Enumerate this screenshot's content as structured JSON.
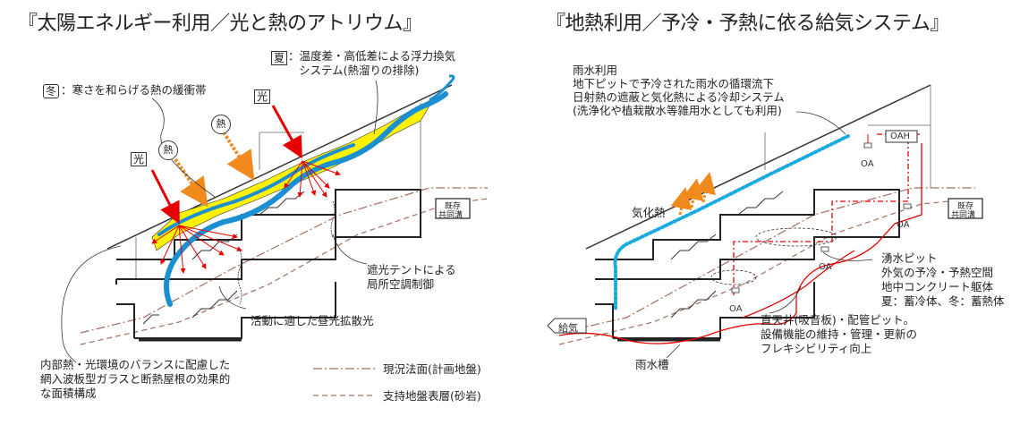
{
  "left": {
    "title": "『太陽エネルギー利用／光と熱のアトリウム』",
    "summer_badge": "夏",
    "summer_text_1": "：温度差・高低差による浮力換気",
    "summer_text_2": "システム(熱溜りの排除)",
    "winter_badge": "冬",
    "winter_text": "：寒さを和らげる熱の緩衝帯",
    "light_label": "光",
    "heat_label": "熱",
    "existing_label_1": "既存",
    "existing_label_2": "共同溝",
    "shade_text_1": "遮光テントによる",
    "shade_text_2": "局所空調制御",
    "diffuse_text": "活動に適した昼光拡散光",
    "balance_text_1": "内部熱・光環境のバランスに配慮した",
    "balance_text_2": "網入波板型ガラスと断熱屋根の効果的",
    "balance_text_3": "な面積構成",
    "legend_current": "現況法面(計画地盤)",
    "legend_support": "支持地盤表層(砂岩)"
  },
  "right": {
    "title": "『地熱利用／予冷・予熱に依る給気システム』",
    "rain_text_1": "雨水利用",
    "rain_text_2": "地下ピットで予冷された雨水の循環流下",
    "rain_text_3": "日射熱の遮蔽と気化熱による冷却システム",
    "rain_text_4": "(洗浄化や植栽散水等雑用水としても利用)",
    "oah_label": "OAH",
    "oa_label": "OA",
    "vapor_text": "気化熱",
    "spring_text_1": "湧水ピット",
    "spring_text_2": "外気の予冷・予熱空間",
    "spring_text_3": "地中コンクリート躯体",
    "spring_text_4": "夏：蓄冷体、冬：蓄熱体",
    "ceiling_text_1": "直天井(吸音板)・配管ピット。",
    "ceiling_text_2": "設備機能の維持・管理・更新の",
    "ceiling_text_3": "フレキシビリティ向上",
    "supply_label": "給気",
    "tank_text": "雨水槽",
    "existing_label_1": "既存",
    "existing_label_2": "共同溝"
  },
  "colors": {
    "red": "#e60000",
    "blue": "#1a8fd1",
    "yellow": "#fff200",
    "orange": "#f08a1c",
    "dotted_blue": "#1aa9e0",
    "brown_dash": "#a07060"
  }
}
